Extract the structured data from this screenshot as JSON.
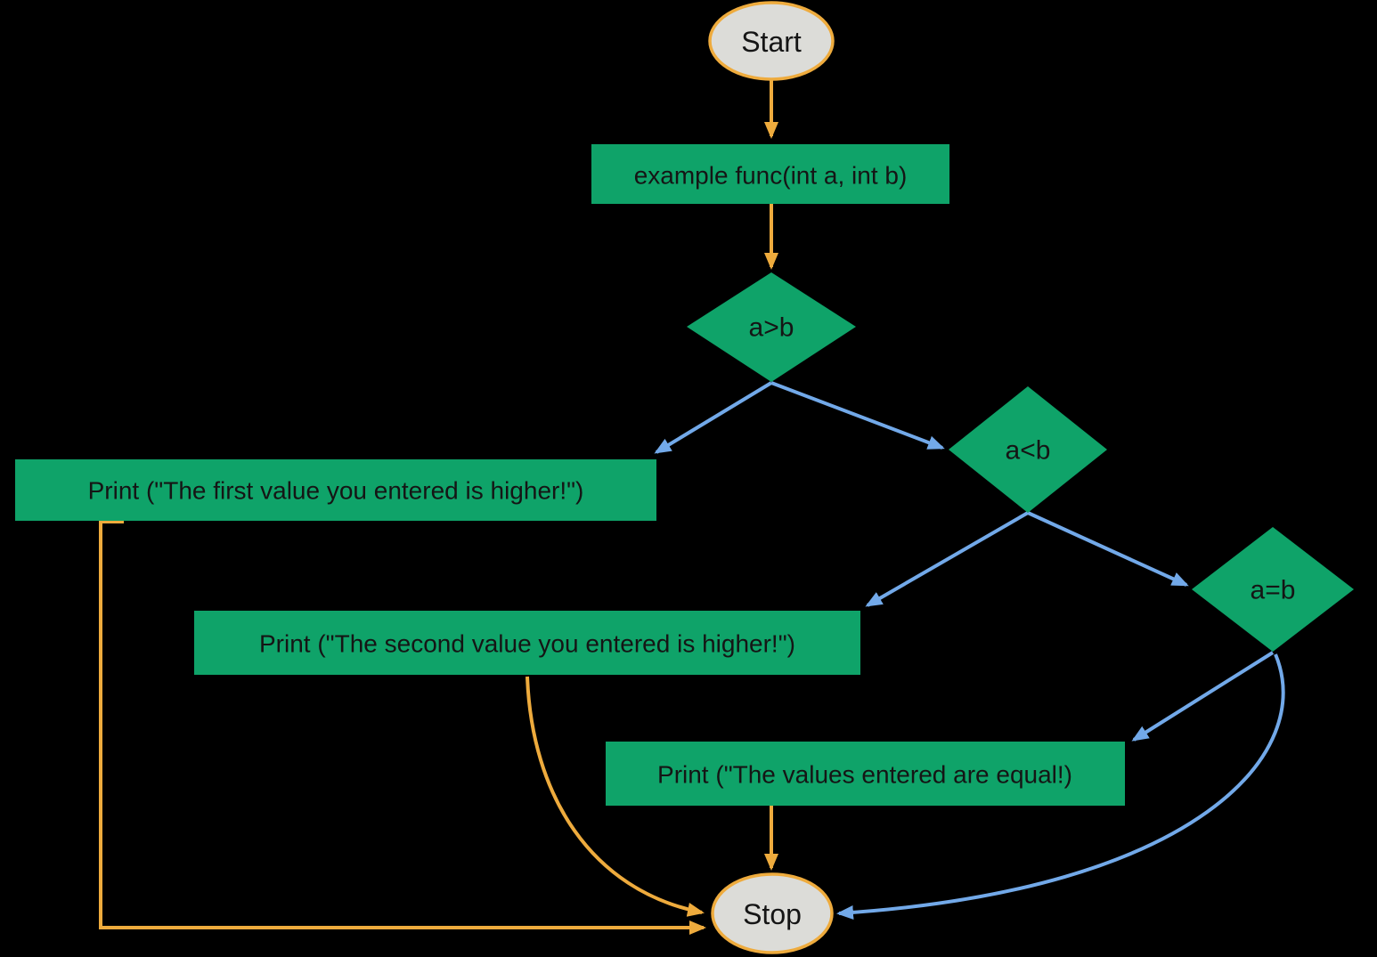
{
  "diagram": {
    "nodes": {
      "start": {
        "label": "Start",
        "type": "terminator"
      },
      "func": {
        "label": "example func(int a, int b)",
        "type": "process"
      },
      "cond_a_gt_b": {
        "label": "a>b",
        "type": "decision"
      },
      "cond_a_lt_b": {
        "label": "a<b",
        "type": "decision"
      },
      "cond_a_eq_b": {
        "label": "a=b",
        "type": "decision"
      },
      "print_first": {
        "label": "Print (\"The first value you entered is higher!\")",
        "type": "process"
      },
      "print_second": {
        "label": "Print (\"The second value you entered is higher!\")",
        "type": "process"
      },
      "print_equal": {
        "label": "Print (\"The values entered are equal!)",
        "type": "process"
      },
      "stop": {
        "label": "Stop",
        "type": "terminator"
      }
    },
    "edges": [
      {
        "from": "start",
        "to": "func",
        "color": "orange"
      },
      {
        "from": "func",
        "to": "cond_a_gt_b",
        "color": "orange"
      },
      {
        "from": "cond_a_gt_b",
        "to": "print_first",
        "color": "blue"
      },
      {
        "from": "cond_a_gt_b",
        "to": "cond_a_lt_b",
        "color": "blue"
      },
      {
        "from": "cond_a_lt_b",
        "to": "print_second",
        "color": "blue"
      },
      {
        "from": "cond_a_lt_b",
        "to": "cond_a_eq_b",
        "color": "blue"
      },
      {
        "from": "cond_a_eq_b",
        "to": "print_equal",
        "color": "blue"
      },
      {
        "from": "cond_a_eq_b",
        "to": "stop",
        "color": "blue"
      },
      {
        "from": "print_equal",
        "to": "stop",
        "color": "orange"
      },
      {
        "from": "print_second",
        "to": "stop",
        "color": "orange"
      },
      {
        "from": "print_first",
        "to": "stop",
        "color": "orange"
      }
    ],
    "colors": {
      "node_green": "#0fa369",
      "terminator_fill": "#dcdcd8",
      "terminator_border": "#eeab3d",
      "flow_orange": "#eeab3d",
      "flow_blue": "#72a9e9",
      "text": "#151515",
      "background": "#000000"
    }
  }
}
